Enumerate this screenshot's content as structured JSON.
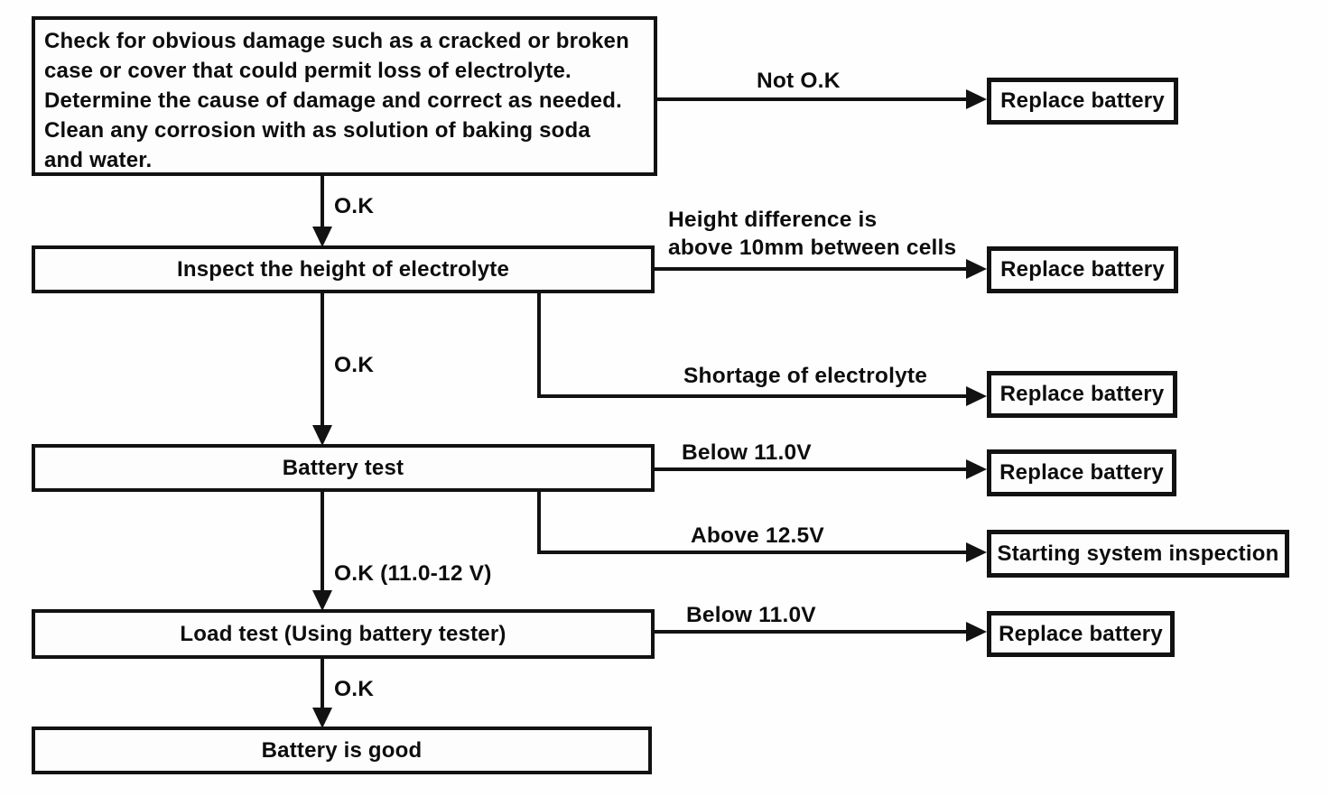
{
  "flowchart": {
    "steps": [
      {
        "label": "Check for obvious damage such as a cracked or broken\ncase or cover that could permit loss of electrolyte.\nDetermine the cause of damage and correct as needed.\nClean any corrosion with as solution of baking soda\nand water."
      },
      {
        "label": "Inspect the height of electrolyte"
      },
      {
        "label": "Battery test"
      },
      {
        "label": "Load test (Using battery tester)"
      },
      {
        "label": "Battery is good"
      }
    ],
    "outcomes": [
      {
        "label": "Replace battery"
      },
      {
        "label": "Replace battery"
      },
      {
        "label": "Replace battery"
      },
      {
        "label": "Replace battery"
      },
      {
        "label": "Starting system inspection"
      },
      {
        "label": "Replace battery"
      }
    ],
    "edge_labels": {
      "not_ok": "Not O.K",
      "ok_1": "O.K",
      "height_difference": "Height difference is\nabove 10mm between cells",
      "ok_2": "O.K",
      "shortage": "Shortage of electrolyte",
      "below_11_0v_1": "Below 11.0V",
      "above_12_5v": "Above 12.5V",
      "ok_range": "O.K (11.0-12 V)",
      "below_11_0v_2": "Below 11.0V",
      "ok_3": "O.K"
    },
    "line_color": "#121212",
    "background_color": "#fefefe"
  }
}
